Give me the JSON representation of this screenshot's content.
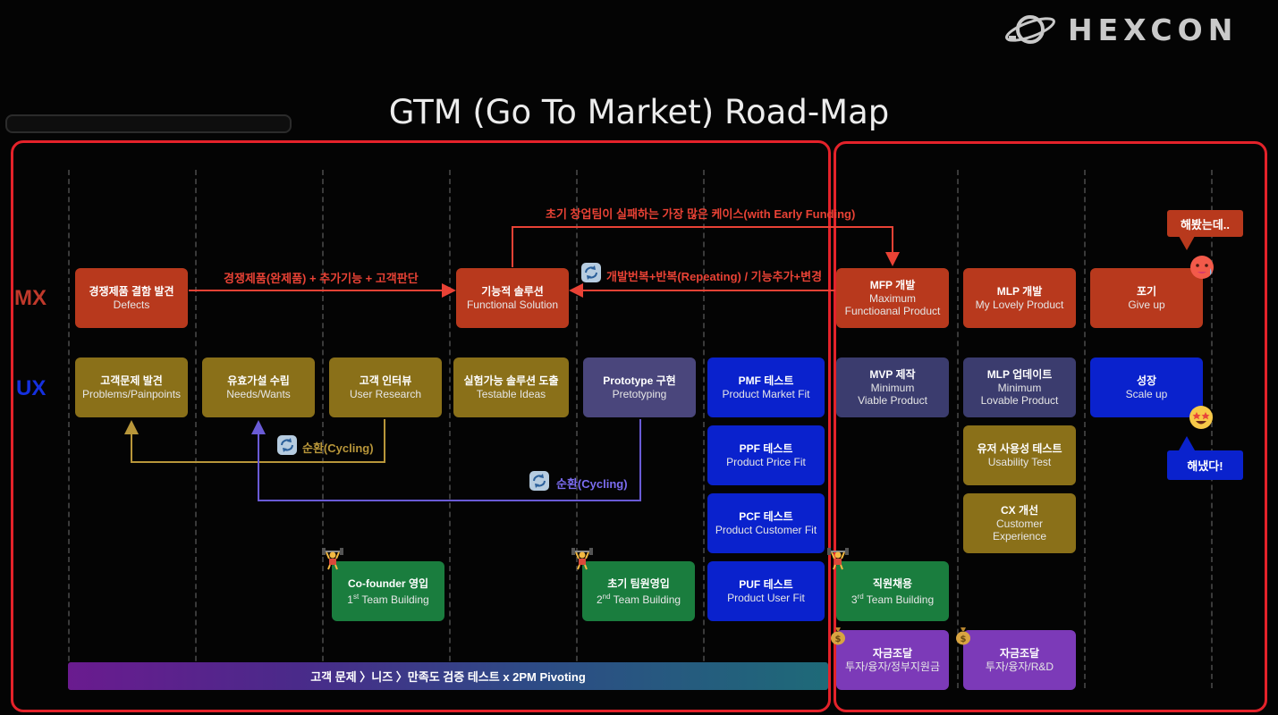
{
  "logo": {
    "text": "HEXCON"
  },
  "title": "GTM (Go To Market) Road-Map",
  "rows": {
    "mx": "MX",
    "ux": "UX"
  },
  "colors": {
    "mx_label": "#c0392b",
    "ux_label": "#1530e0",
    "frame": "#e4222a",
    "arrow_red": "#e94235",
    "arrow_gold": "#b8963a",
    "arrow_purple": "#6a5bd6"
  },
  "boxes": {
    "defects": {
      "t1": "경쟁제품 결함 발견",
      "t2": "Defects"
    },
    "functional": {
      "t1": "기능적 솔루션",
      "t2": "Functional Solution"
    },
    "mfp": {
      "t1": "MFP 개발",
      "t2": "Maximum",
      "t3": "Functioanal Product"
    },
    "mlp": {
      "t1": "MLP 개발",
      "t2": "My Lovely Product"
    },
    "giveup": {
      "t1": "포기",
      "t2": "Give up"
    },
    "problems": {
      "t1": "고객문제 발견",
      "t2": "Problems/Painpoints"
    },
    "needs": {
      "t1": "유효가설 수립",
      "t2": "Needs/Wants"
    },
    "research": {
      "t1": "고객 인터뷰",
      "t2": "User Research"
    },
    "testable": {
      "t1": "실험가능 솔루션 도출",
      "t2": "Testable Ideas"
    },
    "prototype": {
      "t1": "Prototype 구현",
      "t2": "Pretotyping"
    },
    "pmf": {
      "t1": "PMF 테스트",
      "t2": "Product Market Fit"
    },
    "mvp": {
      "t1": "MVP 제작",
      "t2": "Minimum",
      "t3": "Viable Product"
    },
    "mlpupdate": {
      "t1": "MLP 업데이트",
      "t2": "Minimum",
      "t3": "Lovable Product"
    },
    "scaleup": {
      "t1": "성장",
      "t2": "Scale up"
    },
    "ppf": {
      "t1": "PPF 테스트",
      "t2": "Product Price Fit"
    },
    "usability": {
      "t1": "유저 사용성 테스트",
      "t2": "Usability Test"
    },
    "pcf": {
      "t1": "PCF 테스트",
      "t2": "Product Customer Fit"
    },
    "cx": {
      "t1": "CX 개선",
      "t2": "Customer",
      "t3": "Experience"
    },
    "cofounder": {
      "t1": "Co-founder 영입",
      "num": "1",
      "sup": "st",
      "rest": " Team Building"
    },
    "team2": {
      "t1": "초기 팀원영입",
      "num": "2",
      "sup": "nd",
      "rest": " Team Building"
    },
    "puf": {
      "t1": "PUF 테스트",
      "t2": "Product User Fit"
    },
    "hire": {
      "t1": "직원채용",
      "num": "3",
      "sup": "rd",
      "rest": " Team Building"
    },
    "fund1": {
      "t1": "자금조달",
      "t2": "투자/융자/정부지원금"
    },
    "fund2": {
      "t1": "자금조달",
      "t2": "투자/융자/R&D"
    }
  },
  "arrows": {
    "top": "초기 창업팀이 실패하는 가장 많은 케이스(with Early Funding)",
    "defects_to_func": "경쟁제품(완제품) + 추가기능 + 고객판단",
    "repeat": "개발번복+반복(Repeating) / 기능추가+변경",
    "cycle1": "순환(Cycling)",
    "cycle2": "순환(Cycling)"
  },
  "bubbles": {
    "tried": "해봤는데..",
    "done": "해냈다!"
  },
  "bar": "고객 문제 〉니즈 〉만족도 검증 테스트 x 2PM Pivoting"
}
